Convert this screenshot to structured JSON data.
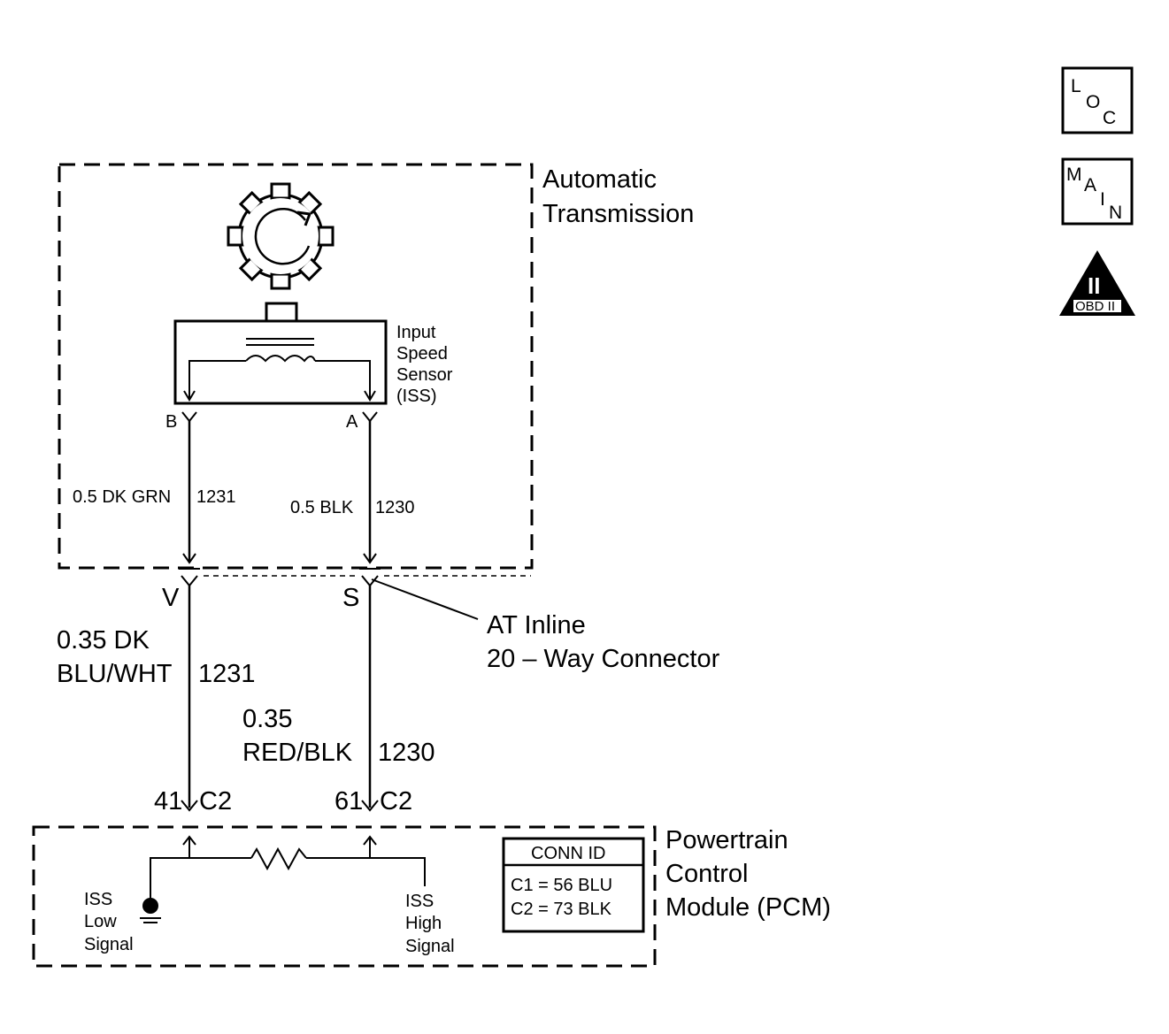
{
  "components": {
    "transmission": {
      "line1": "Automatic",
      "line2": "Transmission"
    },
    "sensor": {
      "line1": "Input",
      "line2": "Speed",
      "line3": "Sensor",
      "line4": "(ISS)",
      "pin_b": "B",
      "pin_a": "A"
    },
    "inline_connector": {
      "line1": "AT Inline",
      "line2": "20 – Way Connector",
      "pin_v": "V",
      "pin_s": "S"
    },
    "pcm": {
      "line1": "Powertrain",
      "line2": "Control",
      "line3": "Module (PCM)",
      "pin_left": "41",
      "pin_left_conn": "C2",
      "pin_right": "61",
      "pin_right_conn": "C2",
      "low_signal": [
        "ISS",
        "Low",
        "Signal"
      ],
      "high_signal": [
        "ISS",
        "High",
        "Signal"
      ]
    },
    "conn_id": {
      "title": "CONN ID",
      "c1": "C1  =  56 BLU",
      "c2": "C2  =  73 BLK"
    }
  },
  "wires": {
    "upper_left": {
      "label": "0.5 DK GRN",
      "circuit": "1231"
    },
    "upper_right": {
      "label": "0.5 BLK",
      "circuit": "1230"
    },
    "lower_left": {
      "line1": "0.35 DK",
      "line2": "BLU/WHT",
      "circuit": "1231"
    },
    "lower_right": {
      "line1": "0.35",
      "line2": "RED/BLK",
      "circuit": "1230"
    }
  },
  "icons": {
    "loc": [
      "L",
      "O",
      "C"
    ],
    "main": [
      "M",
      "A",
      "I",
      "N"
    ],
    "obd": {
      "numeral": "II",
      "label": "OBD II"
    }
  }
}
